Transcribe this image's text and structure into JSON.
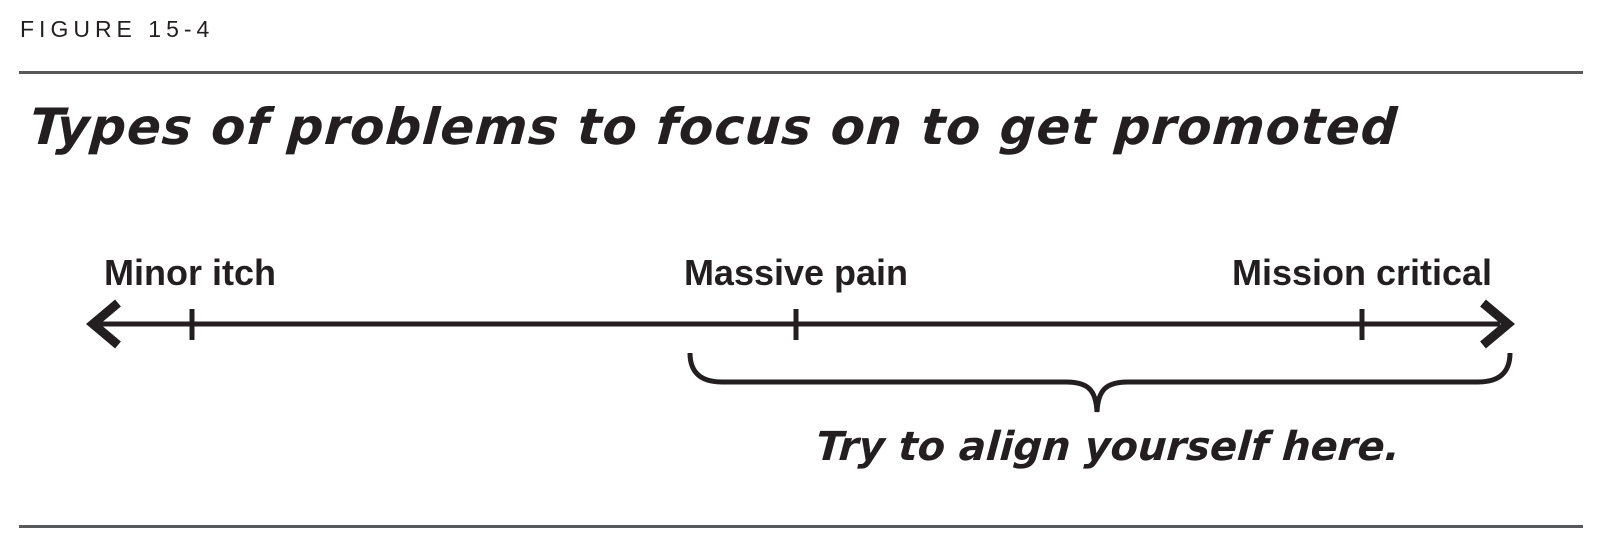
{
  "header": {
    "figure_label": "FIGURE 15-4"
  },
  "title": "Types of problems to focus on to get promoted",
  "diagram": {
    "type": "double-arrow-spectrum",
    "axis_tick_labels": [
      {
        "text": "Minor itch"
      },
      {
        "text": "Massive pain"
      },
      {
        "text": "Mission critical"
      }
    ],
    "brace": {
      "spans_from": "Massive pain",
      "spans_to": "Mission critical / right arrow end",
      "annotation": "Try to align yourself here."
    }
  },
  "colors": {
    "ink": "#231f20",
    "rule_gray": "#58595b",
    "background": "#ffffff"
  }
}
